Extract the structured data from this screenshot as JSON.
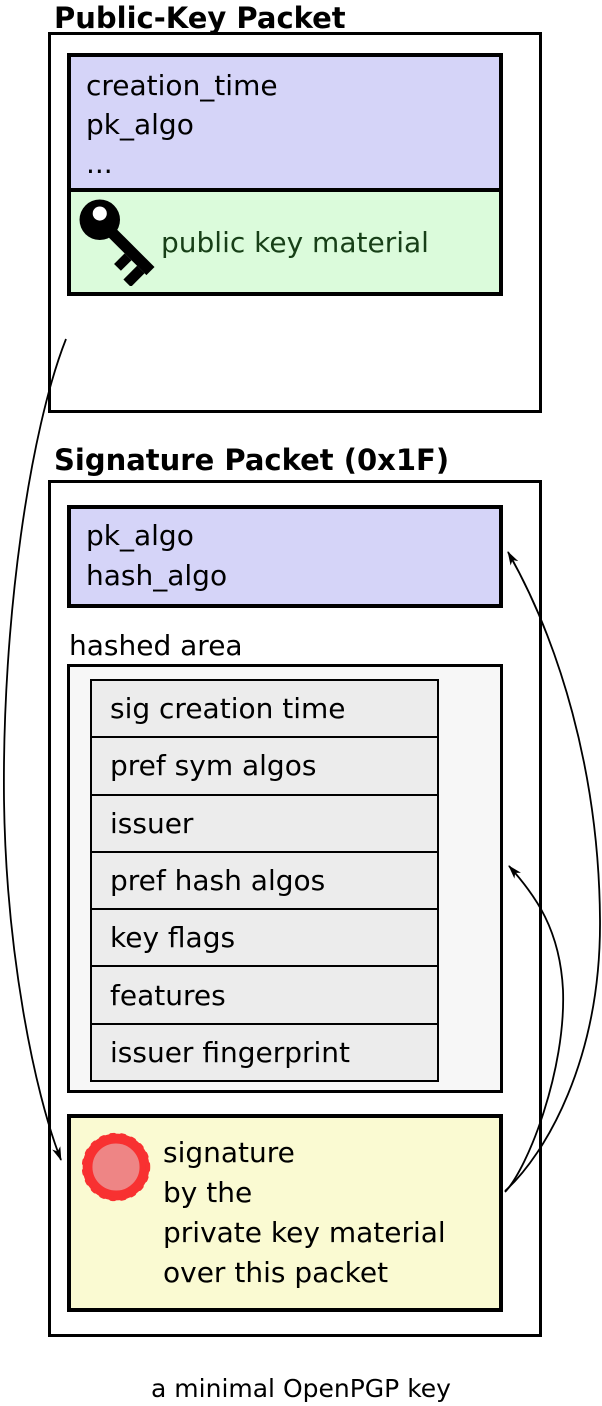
{
  "public_key_packet": {
    "title": "Public-Key Packet",
    "fields": [
      "creation_time",
      "pk_algo",
      "..."
    ],
    "key_material_label": "public key material"
  },
  "signature_packet": {
    "title": "Signature Packet (0x1F)",
    "fields": [
      "pk_algo",
      "hash_algo"
    ],
    "hashed_area": {
      "label": "hashed area",
      "rows": [
        "sig creation time",
        "pref sym algos",
        "issuer",
        "pref hash algos",
        "key flags",
        "features",
        "issuer fingerprint"
      ]
    },
    "signature": {
      "lines": [
        "signature",
        "by the",
        "private key material",
        "over this packet"
      ]
    }
  },
  "caption": "a minimal OpenPGP key",
  "colors": {
    "lavender": "#d5d4f8",
    "green": "#dbfbdb",
    "green_text": "#173f17",
    "yellow": "#fafad2",
    "hashed_bg": "#f7f7f7",
    "row_bg": "#ececec",
    "seal_ring": "#f83131",
    "seal_fill": "#ee8585"
  }
}
